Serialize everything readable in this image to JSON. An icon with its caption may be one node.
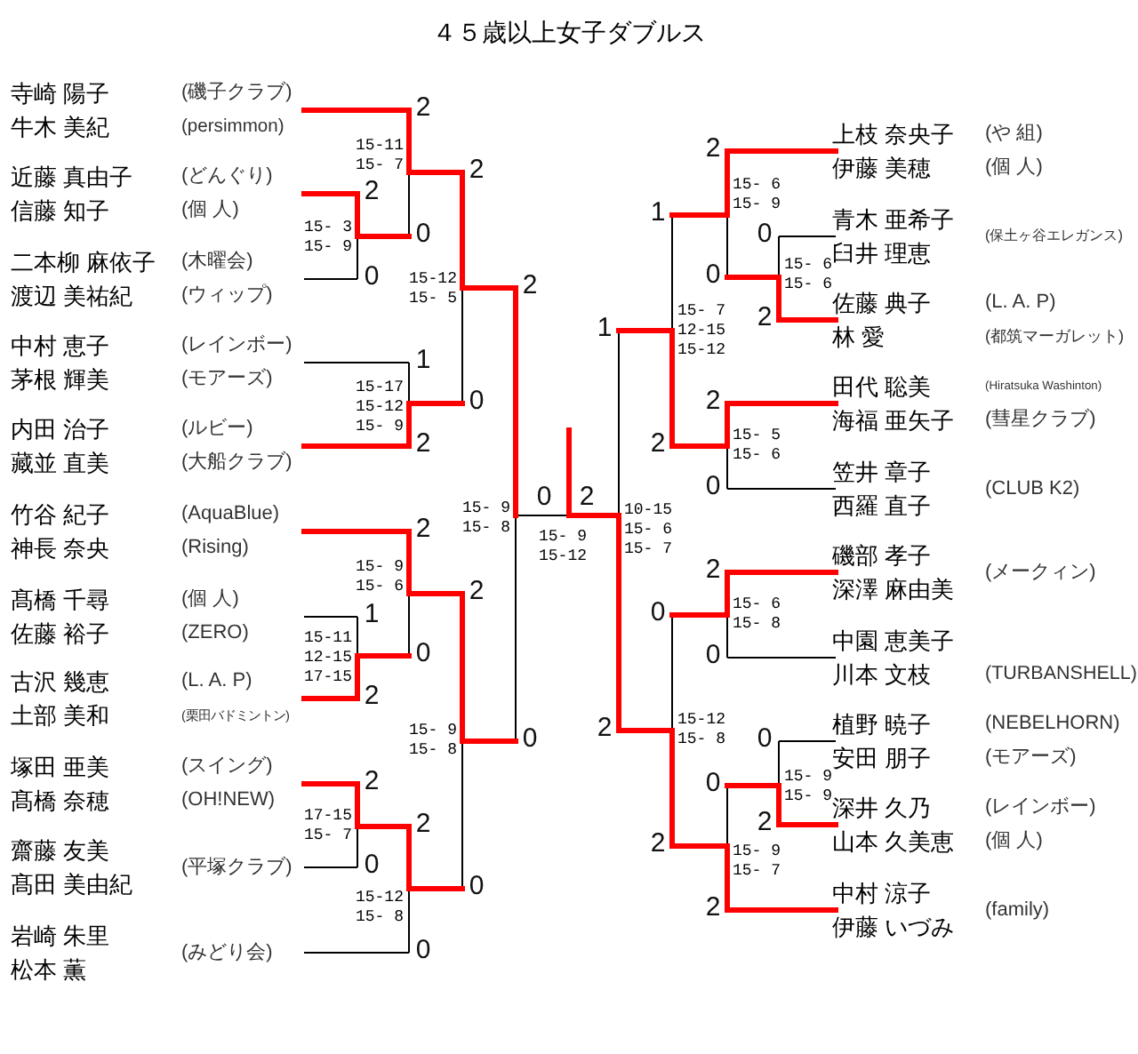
{
  "diagram": {
    "title": "４５歳以上女子ダブルス",
    "nodes": [
      {
        "text": [
          "寺崎 陽子",
          "(磯子クラブ)",
          "牛木 美紀",
          "(persimmon)"
        ]
      },
      {
        "text": [
          "近藤 真由子",
          "(どんぐり)",
          "信藤 知子",
          "(個 人)"
        ]
      },
      {
        "text": [
          "二本柳 麻依子",
          "(木曜会)",
          "渡辺 美祐紀",
          "(ウィップ)"
        ]
      },
      {
        "text": [
          "中村 恵子",
          "(レインボー)",
          "茅根 輝美",
          "(モアーズ)"
        ]
      },
      {
        "text": [
          "内田 治子",
          "(ルビー)",
          "藏並 直美",
          "(大船クラブ)"
        ]
      },
      {
        "text": [
          "竹谷 紀子",
          "(AquaBlue)",
          "神長 奈央",
          "(Rising)"
        ]
      },
      {
        "text": [
          "髙橋 千尋",
          "(個 人)",
          "佐藤 裕子",
          "(ZERO)"
        ]
      },
      {
        "text": [
          "古沢 幾恵",
          "(L. A. P)",
          "土部 美和",
          "(栗田バドミントン)"
        ]
      },
      {
        "text": [
          "塚田 亜美",
          "(スイング)",
          "髙橋 奈穂",
          "(OH!NEW)"
        ]
      },
      {
        "text": [
          "齋藤 友美",
          "髙田 美由紀",
          "(平塚クラブ)"
        ]
      },
      {
        "text": [
          "岩崎 朱里",
          "松本 薫",
          "(みどり会)"
        ]
      },
      {
        "text": [
          "上枝 奈央子",
          "(や 組)",
          "伊藤 美穂",
          "(個 人)"
        ]
      },
      {
        "text": [
          "青木 亜希子",
          "臼井 理恵",
          "(保土ヶ谷エレガンス)"
        ]
      },
      {
        "text": [
          "佐藤 典子",
          "(L. A. P)",
          "林 愛",
          "(都筑マーガレット)"
        ]
      },
      {
        "text": [
          "田代 聡美",
          "(Hiratsuka Washinton)",
          "海福 亜矢子",
          "(彗星クラブ)"
        ]
      },
      {
        "text": [
          "笠井 章子",
          "西羅 直子",
          "(CLUB K2)"
        ]
      },
      {
        "text": [
          "磯部 孝子",
          "深澤 麻由美",
          "(メークィン)"
        ]
      },
      {
        "text": [
          "中園 恵美子",
          "川本 文枝",
          "(TURBANSHELL)"
        ]
      },
      {
        "text": [
          "植野 暁子",
          "(NEBELHORN)",
          "安田 朋子",
          "(モアーズ)"
        ]
      },
      {
        "text": [
          "深井 久乃",
          "(レインボー)",
          "山本 久美恵",
          "(個 人)"
        ]
      },
      {
        "text": [
          "中村 涼子",
          "伊藤 いづみ",
          "(family)"
        ]
      }
    ],
    "labels": [
      "2",
      "0",
      "15-11",
      "15- 7",
      "2",
      "0",
      "15- 3",
      "15- 9",
      "2",
      "0",
      "15-12",
      "15- 5",
      "1",
      "2",
      "15-17",
      "15-12",
      "15- 9",
      "2",
      "0",
      "15- 9",
      "15- 8",
      "2",
      "0",
      "15- 9",
      "15- 6",
      "1",
      "2",
      "15-11",
      "12-15",
      "17-15",
      "2",
      "0",
      "15- 9",
      "15- 8",
      "2",
      "0",
      "17-15",
      "15- 7",
      "2",
      "0",
      "15-12",
      "15- 8",
      "0",
      "2",
      "15- 9",
      "15-12",
      "2",
      "0",
      "15- 6",
      "15- 9",
      "0",
      "2",
      "15- 6",
      "15- 6",
      "1",
      "2",
      "15- 7",
      "12-15",
      "15-12",
      "2",
      "0",
      "15- 5",
      "15- 6",
      "1",
      "2",
      "10-15",
      "15- 6",
      "15- 7",
      "2",
      "0",
      "15- 6",
      "15- 8",
      "0",
      "2",
      "15-12",
      "15- 8",
      "0",
      "2",
      "15- 9",
      "15- 9",
      "0",
      "2",
      "15- 9",
      "15- 7"
    ]
  }
}
